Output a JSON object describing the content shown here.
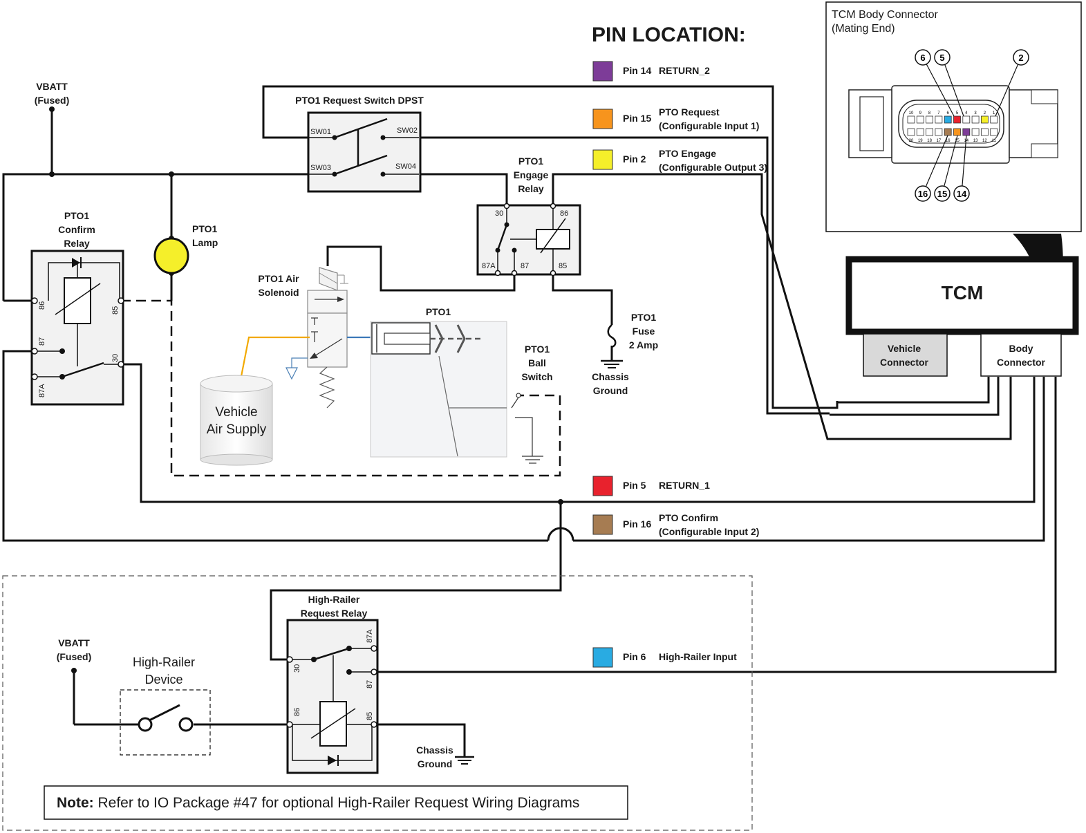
{
  "title": "PIN LOCATION:",
  "pins": [
    {
      "pin": "Pin 14",
      "func": "RETURN_2",
      "func2": "",
      "color": "#7d3c98"
    },
    {
      "pin": "Pin 15",
      "func": "PTO Request",
      "func2": "(Configurable Input 1)",
      "color": "#f7941d"
    },
    {
      "pin": "Pin 2",
      "func": "PTO Engage",
      "func2": "(Configurable Output 3)",
      "color": "#f5ef2a"
    },
    {
      "pin": "Pin 5",
      "func": "RETURN_1",
      "func2": "",
      "color": "#e8222d"
    },
    {
      "pin": "Pin 16",
      "func": "PTO Confirm",
      "func2": "(Configurable Input 2)",
      "color": "#a67c52"
    },
    {
      "pin": "Pin 6",
      "func": "High-Railer Input",
      "func2": "",
      "color": "#29abe2"
    }
  ],
  "inset": {
    "title": "TCM Body Connector",
    "subtitle": "(Mating End)",
    "callouts": [
      "6",
      "5",
      "2",
      "16",
      "15",
      "14"
    ],
    "top_row": [
      "10",
      "9",
      "8",
      "7",
      "6",
      "5",
      "4",
      "3",
      "2",
      "1"
    ],
    "bottom_row": [
      "20",
      "19",
      "18",
      "17",
      "16",
      "15",
      "14",
      "13",
      "12",
      "11"
    ]
  },
  "tcm": {
    "label": "TCM",
    "vehicle_connector": [
      "Vehicle",
      "Connector"
    ],
    "body_connector": [
      "Body",
      "Connector"
    ]
  },
  "labels": {
    "vbatt": [
      "VBATT",
      "(Fused)"
    ],
    "vbatt2": [
      "VBATT",
      "(Fused)"
    ],
    "confirm_relay": [
      "PTO1",
      "Confirm",
      "Relay"
    ],
    "lamp": [
      "PTO1",
      "Lamp"
    ],
    "request_switch": "PTO1   Request Switch DPST",
    "sw": [
      "SW01",
      "SW02",
      "SW03",
      "SW04"
    ],
    "engage_relay": [
      "PTO1",
      "Engage",
      "Relay"
    ],
    "engage_pins": [
      "30",
      "86",
      "87A",
      "87",
      "85"
    ],
    "confirm_pins": [
      "86",
      "85",
      "87",
      "30",
      "87A"
    ],
    "air_solenoid": [
      "PTO1 Air",
      "Solenoid"
    ],
    "pto": "PTO1",
    "ball_switch": [
      "PTO1",
      "Ball",
      "Switch"
    ],
    "fuse": [
      "PTO1",
      "Fuse",
      "2 Amp"
    ],
    "chassis_ground": [
      "Chassis",
      "Ground"
    ],
    "chassis_ground2": [
      "Chassis",
      "Ground"
    ],
    "air_supply": [
      "Vehicle",
      "Air Supply"
    ],
    "hr_relay": [
      "High-Railer",
      "Request Relay"
    ],
    "hr_pins": [
      "87A",
      "30",
      "87",
      "86",
      "85"
    ],
    "hr_device": [
      "High-Railer",
      "Device"
    ]
  },
  "note": {
    "bold": "Note:",
    "text": " Refer to IO Package #47 for optional High-Railer Request Wiring Diagrams"
  }
}
